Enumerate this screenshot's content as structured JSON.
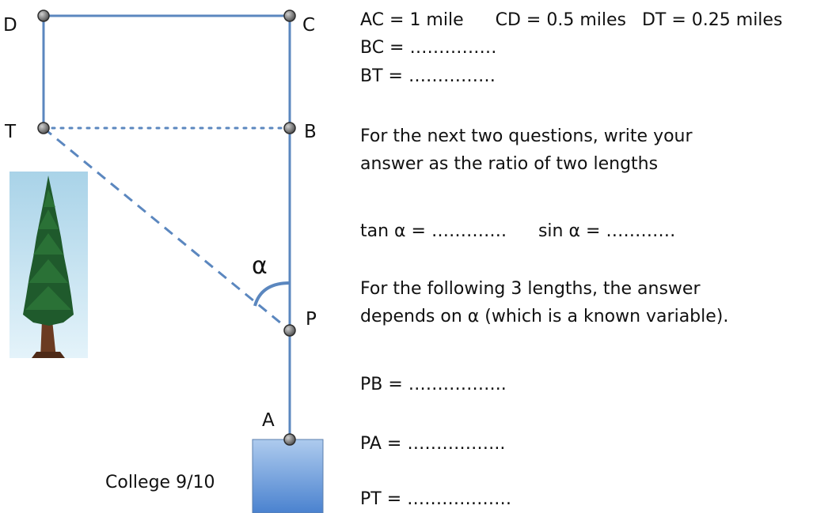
{
  "points": {
    "D": "D",
    "C": "C",
    "T": "T",
    "B": "B",
    "P": "P",
    "A": "A"
  },
  "angle_symbol": "α",
  "college_label": "College 9/10",
  "given": {
    "ac": "AC = 1 mile",
    "cd": "CD = 0.5 miles",
    "dt": "DT = 0.25 miles"
  },
  "q_bc": "BC = ……………",
  "q_bt": "BT = ……………",
  "instruction_ratio_1": "For the next two questions, write your",
  "instruction_ratio_2": "answer as the ratio of two lengths",
  "q_tan": "tan α = ………….",
  "q_sin": "sin α = …………",
  "instruction_alpha_1": "For the following 3 lengths, the answer",
  "instruction_alpha_2": "depends on α (which is a known variable).",
  "q_pb": "PB = ……………..",
  "q_pa": "PA = ……………..",
  "q_pt": "PT = ………………",
  "colors": {
    "line": "#5b87bf",
    "node": "#666666",
    "box_top": "#a9c8ec",
    "box_bottom": "#4f86d0"
  }
}
